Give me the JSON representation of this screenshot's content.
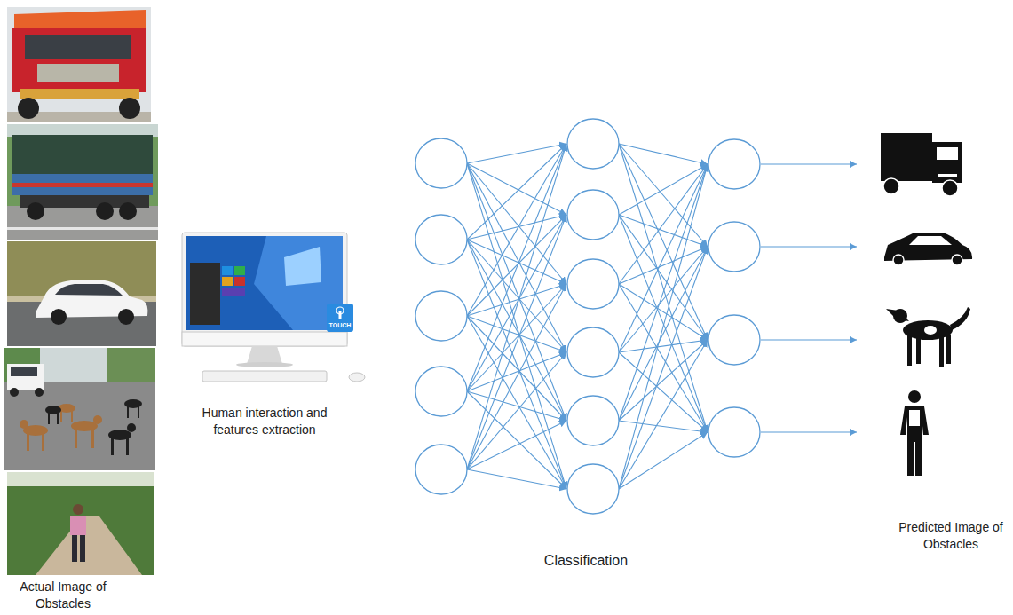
{
  "diagram": {
    "labels": [
      "TOUCH",
      "Actual Image of Obstacles",
      "Human interaction and features extraction",
      "Classification",
      "Predicted Image of Obstacles"
    ]
  }
}
